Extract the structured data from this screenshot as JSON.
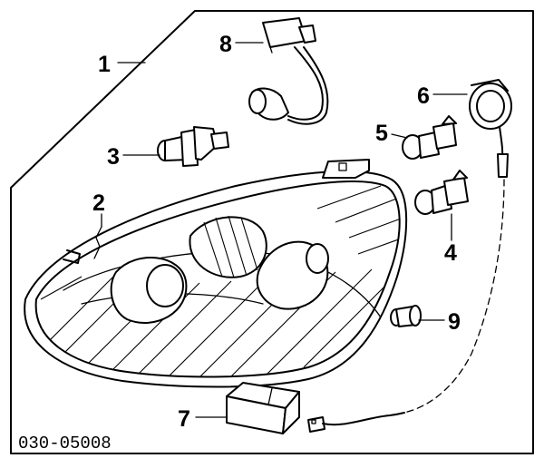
{
  "diagram": {
    "callouts": [
      {
        "id": "1",
        "label": "1"
      },
      {
        "id": "2",
        "label": "2"
      },
      {
        "id": "3",
        "label": "3"
      },
      {
        "id": "4",
        "label": "4"
      },
      {
        "id": "5",
        "label": "5"
      },
      {
        "id": "6",
        "label": "6"
      },
      {
        "id": "7",
        "label": "7"
      },
      {
        "id": "8",
        "label": "8"
      },
      {
        "id": "9",
        "label": "9"
      }
    ],
    "part_code": "030-05008"
  }
}
